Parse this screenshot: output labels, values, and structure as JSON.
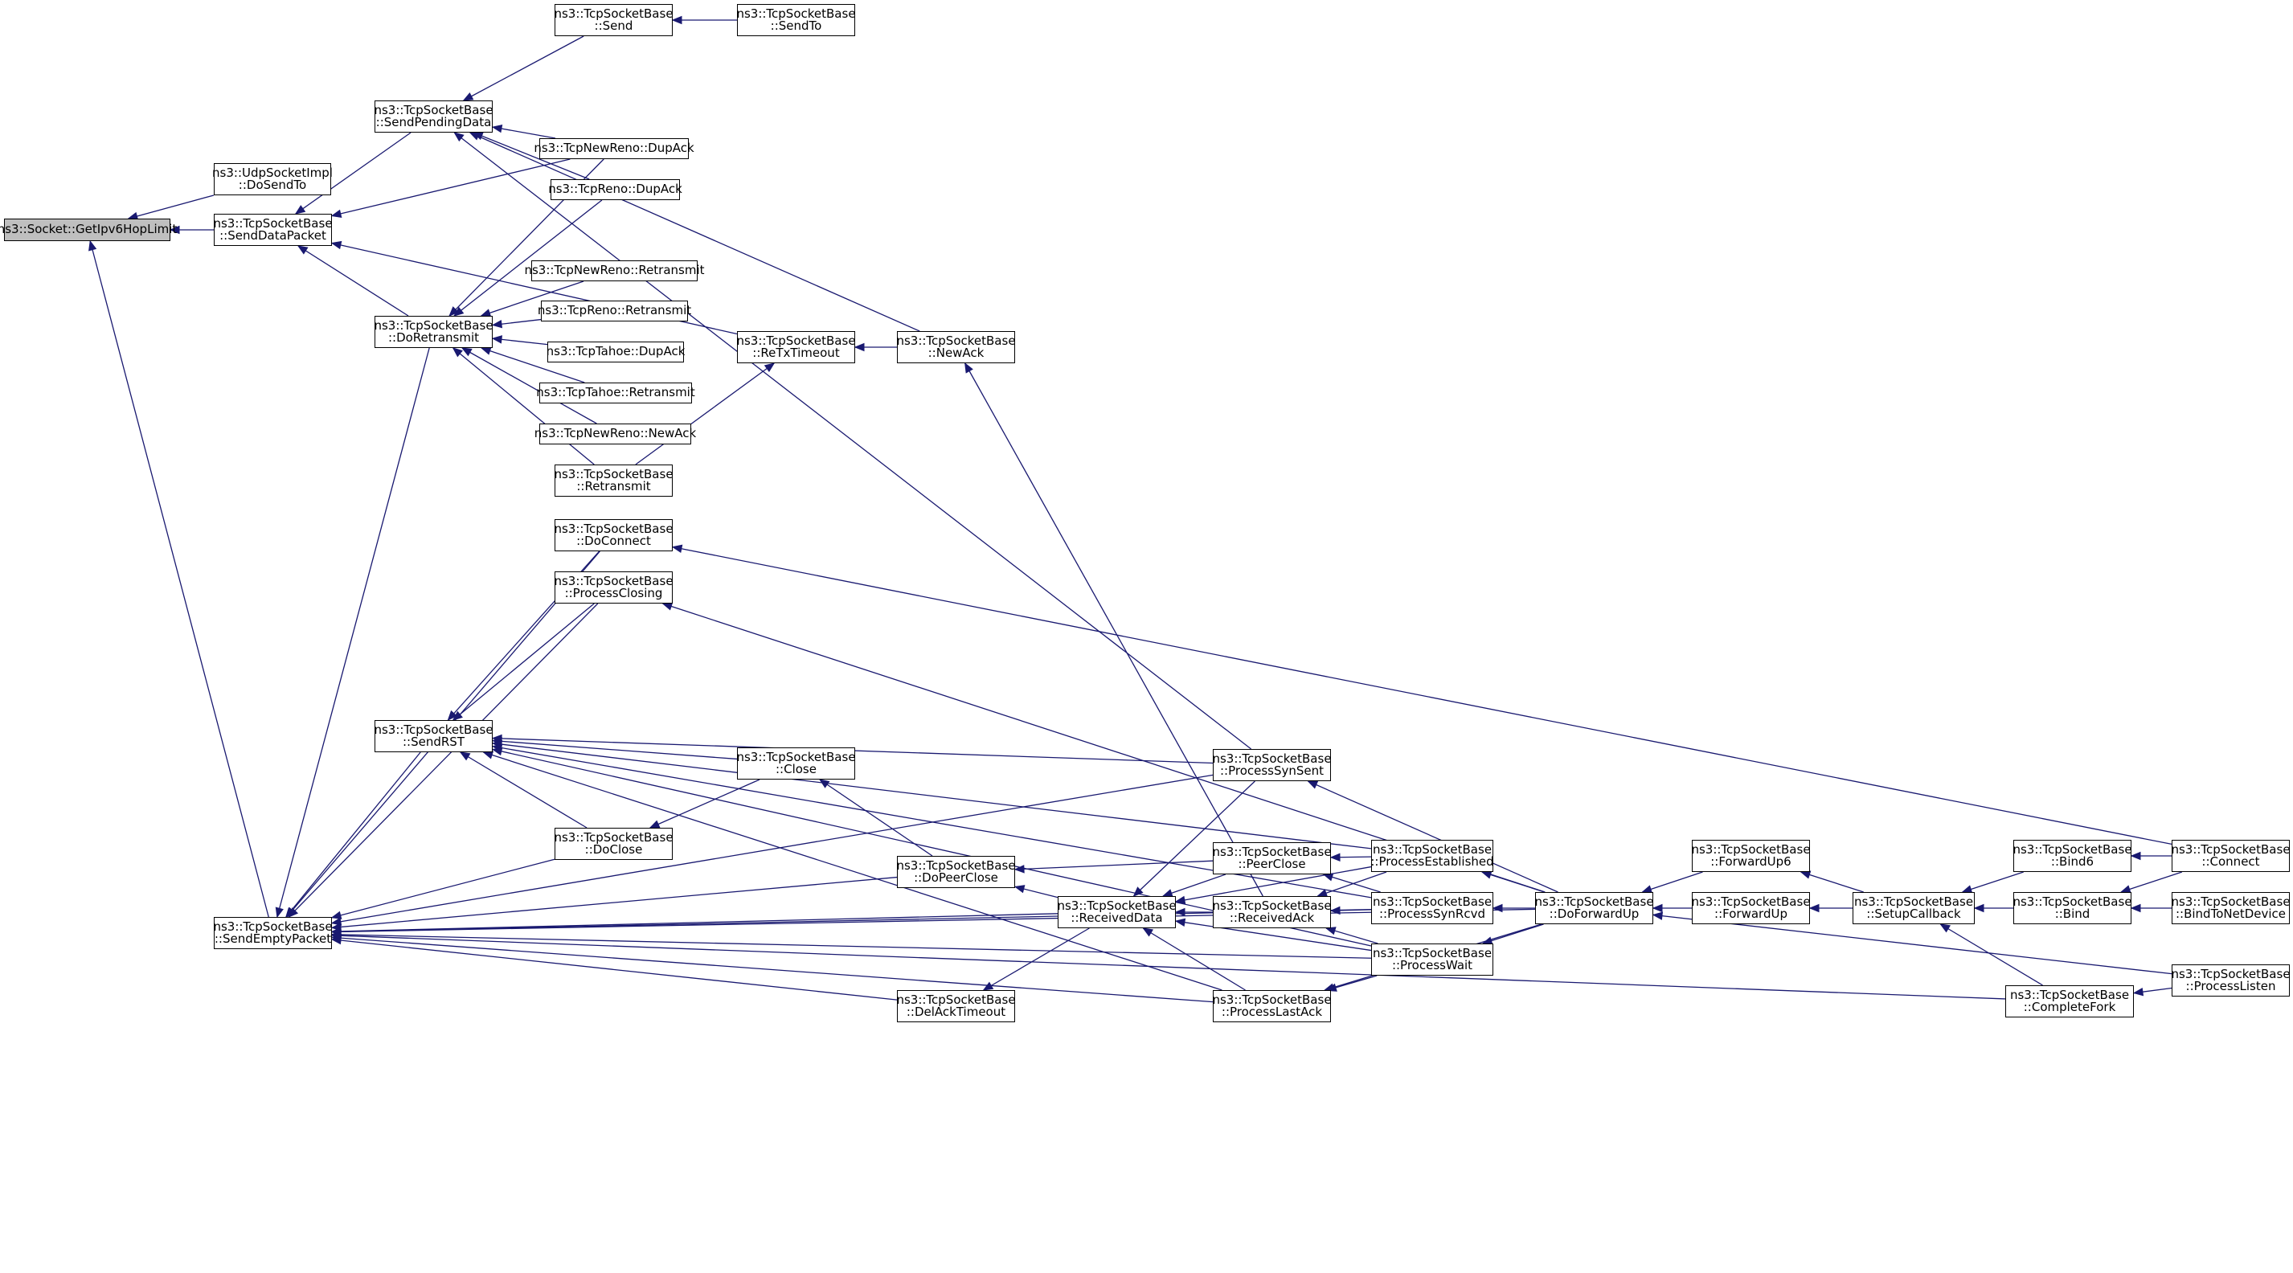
{
  "colors": {
    "edge": "#191970",
    "border": "#000000",
    "root_fill": "#bfbfbf",
    "node_fill": "#ffffff"
  },
  "nodes": {
    "root": {
      "l1": "ns3::Socket::GetIpv6HopLimit",
      "l2": ""
    },
    "udp": {
      "l1": "ns3::UdpSocketImpl",
      "l2": "::DoSendTo"
    },
    "sdp": {
      "l1": "ns3::TcpSocketBase",
      "l2": "::SendDataPacket"
    },
    "sep": {
      "l1": "ns3::TcpSocketBase",
      "l2": "::SendEmptyPacket"
    },
    "spd": {
      "l1": "ns3::TcpSocketBase",
      "l2": "::SendPendingData"
    },
    "dor": {
      "l1": "ns3::TcpSocketBase",
      "l2": "::DoRetransmit"
    },
    "srst": {
      "l1": "ns3::TcpSocketBase",
      "l2": "::SendRST"
    },
    "send": {
      "l1": "ns3::TcpSocketBase",
      "l2": "::Send"
    },
    "sendto": {
      "l1": "ns3::TcpSocketBase",
      "l2": "::SendTo"
    },
    "nrdup": {
      "l1": "ns3::TcpNewReno::DupAck",
      "l2": ""
    },
    "rdup": {
      "l1": "ns3::TcpReno::DupAck",
      "l2": ""
    },
    "nrret": {
      "l1": "ns3::TcpNewReno::Retransmit",
      "l2": ""
    },
    "rret": {
      "l1": "ns3::TcpReno::Retransmit",
      "l2": ""
    },
    "tdup": {
      "l1": "ns3::TcpTahoe::DupAck",
      "l2": ""
    },
    "tret": {
      "l1": "ns3::TcpTahoe::Retransmit",
      "l2": ""
    },
    "nrnew": {
      "l1": "ns3::TcpNewReno::NewAck",
      "l2": ""
    },
    "retr": {
      "l1": "ns3::TcpSocketBase",
      "l2": "::Retransmit"
    },
    "doconn": {
      "l1": "ns3::TcpSocketBase",
      "l2": "::DoConnect"
    },
    "pclosing": {
      "l1": "ns3::TcpSocketBase",
      "l2": "::ProcessClosing"
    },
    "doclose": {
      "l1": "ns3::TcpSocketBase",
      "l2": "::DoClose"
    },
    "rtt": {
      "l1": "ns3::TcpSocketBase",
      "l2": "::ReTxTimeout"
    },
    "close": {
      "l1": "ns3::TcpSocketBase",
      "l2": "::Close"
    },
    "dpc": {
      "l1": "ns3::TcpSocketBase",
      "l2": "::DoPeerClose"
    },
    "rdata": {
      "l1": "ns3::TcpSocketBase",
      "l2": "::ReceivedData"
    },
    "dat": {
      "l1": "ns3::TcpSocketBase",
      "l2": "::DelAckTimeout"
    },
    "newack": {
      "l1": "ns3::TcpSocketBase",
      "l2": "::NewAck"
    },
    "pss": {
      "l1": "ns3::TcpSocketBase",
      "l2": "::ProcessSynSent"
    },
    "pclose": {
      "l1": "ns3::TcpSocketBase",
      "l2": "::PeerClose"
    },
    "rack": {
      "l1": "ns3::TcpSocketBase",
      "l2": "::ReceivedAck"
    },
    "pla": {
      "l1": "ns3::TcpSocketBase",
      "l2": "::ProcessLastAck"
    },
    "pest": {
      "l1": "ns3::TcpSocketBase",
      "l2": "::ProcessEstablished"
    },
    "psr": {
      "l1": "ns3::TcpSocketBase",
      "l2": "::ProcessSynRcvd"
    },
    "pwait": {
      "l1": "ns3::TcpSocketBase",
      "l2": "::ProcessWait"
    },
    "dfu": {
      "l1": "ns3::TcpSocketBase",
      "l2": "::DoForwardUp"
    },
    "fu6": {
      "l1": "ns3::TcpSocketBase",
      "l2": "::ForwardUp6"
    },
    "fu": {
      "l1": "ns3::TcpSocketBase",
      "l2": "::ForwardUp"
    },
    "scb": {
      "l1": "ns3::TcpSocketBase",
      "l2": "::SetupCallback"
    },
    "bind6": {
      "l1": "ns3::TcpSocketBase",
      "l2": "::Bind6"
    },
    "bind": {
      "l1": "ns3::TcpSocketBase",
      "l2": "::Bind"
    },
    "cfork": {
      "l1": "ns3::TcpSocketBase",
      "l2": "::CompleteFork"
    },
    "connect": {
      "l1": "ns3::TcpSocketBase",
      "l2": "::Connect"
    },
    "btnd": {
      "l1": "ns3::TcpSocketBase",
      "l2": "::BindToNetDevice"
    },
    "plisten": {
      "l1": "ns3::TcpSocketBase",
      "l2": "::ProcessListen"
    }
  },
  "edges": [
    [
      "udp",
      "root"
    ],
    [
      "sdp",
      "root"
    ],
    [
      "sep",
      "root"
    ],
    [
      "spd",
      "sdp"
    ],
    [
      "dor",
      "sdp"
    ],
    [
      "nrdup",
      "sdp"
    ],
    [
      "rtt",
      "sdp"
    ],
    [
      "send",
      "spd"
    ],
    [
      "nrdup",
      "spd"
    ],
    [
      "rdup",
      "spd"
    ],
    [
      "newack",
      "spd"
    ],
    [
      "pss",
      "spd"
    ],
    [
      "sendto",
      "send"
    ],
    [
      "nrdup",
      "dor"
    ],
    [
      "rdup",
      "dor"
    ],
    [
      "nrret",
      "dor"
    ],
    [
      "rret",
      "dor"
    ],
    [
      "tdup",
      "dor"
    ],
    [
      "tret",
      "dor"
    ],
    [
      "nrnew",
      "dor"
    ],
    [
      "retr",
      "dor"
    ],
    [
      "retr",
      "rtt"
    ],
    [
      "newack",
      "rtt"
    ],
    [
      "rack",
      "newack"
    ],
    [
      "dor",
      "sep"
    ],
    [
      "srst",
      "sep"
    ],
    [
      "doconn",
      "sep"
    ],
    [
      "pclosing",
      "sep"
    ],
    [
      "doclose",
      "sep"
    ],
    [
      "pss",
      "sep"
    ],
    [
      "dpc",
      "sep"
    ],
    [
      "rdata",
      "sep"
    ],
    [
      "dat",
      "sep"
    ],
    [
      "pla",
      "sep"
    ],
    [
      "psr",
      "sep"
    ],
    [
      "pwait",
      "sep"
    ],
    [
      "dfu",
      "sep"
    ],
    [
      "cfork",
      "sep"
    ],
    [
      "doconn",
      "srst"
    ],
    [
      "pclosing",
      "srst"
    ],
    [
      "doclose",
      "srst"
    ],
    [
      "close",
      "srst"
    ],
    [
      "pss",
      "srst"
    ],
    [
      "pla",
      "srst"
    ],
    [
      "pest",
      "srst"
    ],
    [
      "psr",
      "srst"
    ],
    [
      "pwait",
      "srst"
    ],
    [
      "connect",
      "doconn"
    ],
    [
      "dfu",
      "pclosing"
    ],
    [
      "close",
      "doclose"
    ],
    [
      "dpc",
      "close"
    ],
    [
      "pclose",
      "dpc"
    ],
    [
      "rdata",
      "dpc"
    ],
    [
      "pss",
      "rdata"
    ],
    [
      "pclose",
      "rdata"
    ],
    [
      "rack",
      "rdata"
    ],
    [
      "pla",
      "rdata"
    ],
    [
      "pest",
      "rdata"
    ],
    [
      "pwait",
      "rdata"
    ],
    [
      "rdata",
      "dat"
    ],
    [
      "dfu",
      "pss"
    ],
    [
      "pest",
      "pclose"
    ],
    [
      "psr",
      "pclose"
    ],
    [
      "pest",
      "rack"
    ],
    [
      "psr",
      "rack"
    ],
    [
      "pwait",
      "rack"
    ],
    [
      "pwait",
      "pla"
    ],
    [
      "dfu",
      "pla"
    ],
    [
      "dfu",
      "pest"
    ],
    [
      "dfu",
      "psr"
    ],
    [
      "dfu",
      "pwait"
    ],
    [
      "fu6",
      "dfu"
    ],
    [
      "fu",
      "dfu"
    ],
    [
      "plisten",
      "dfu"
    ],
    [
      "scb",
      "fu6"
    ],
    [
      "scb",
      "fu"
    ],
    [
      "bind6",
      "scb"
    ],
    [
      "bind",
      "scb"
    ],
    [
      "cfork",
      "scb"
    ],
    [
      "connect",
      "bind6"
    ],
    [
      "connect",
      "bind"
    ],
    [
      "btnd",
      "bind"
    ],
    [
      "plisten",
      "cfork"
    ]
  ]
}
